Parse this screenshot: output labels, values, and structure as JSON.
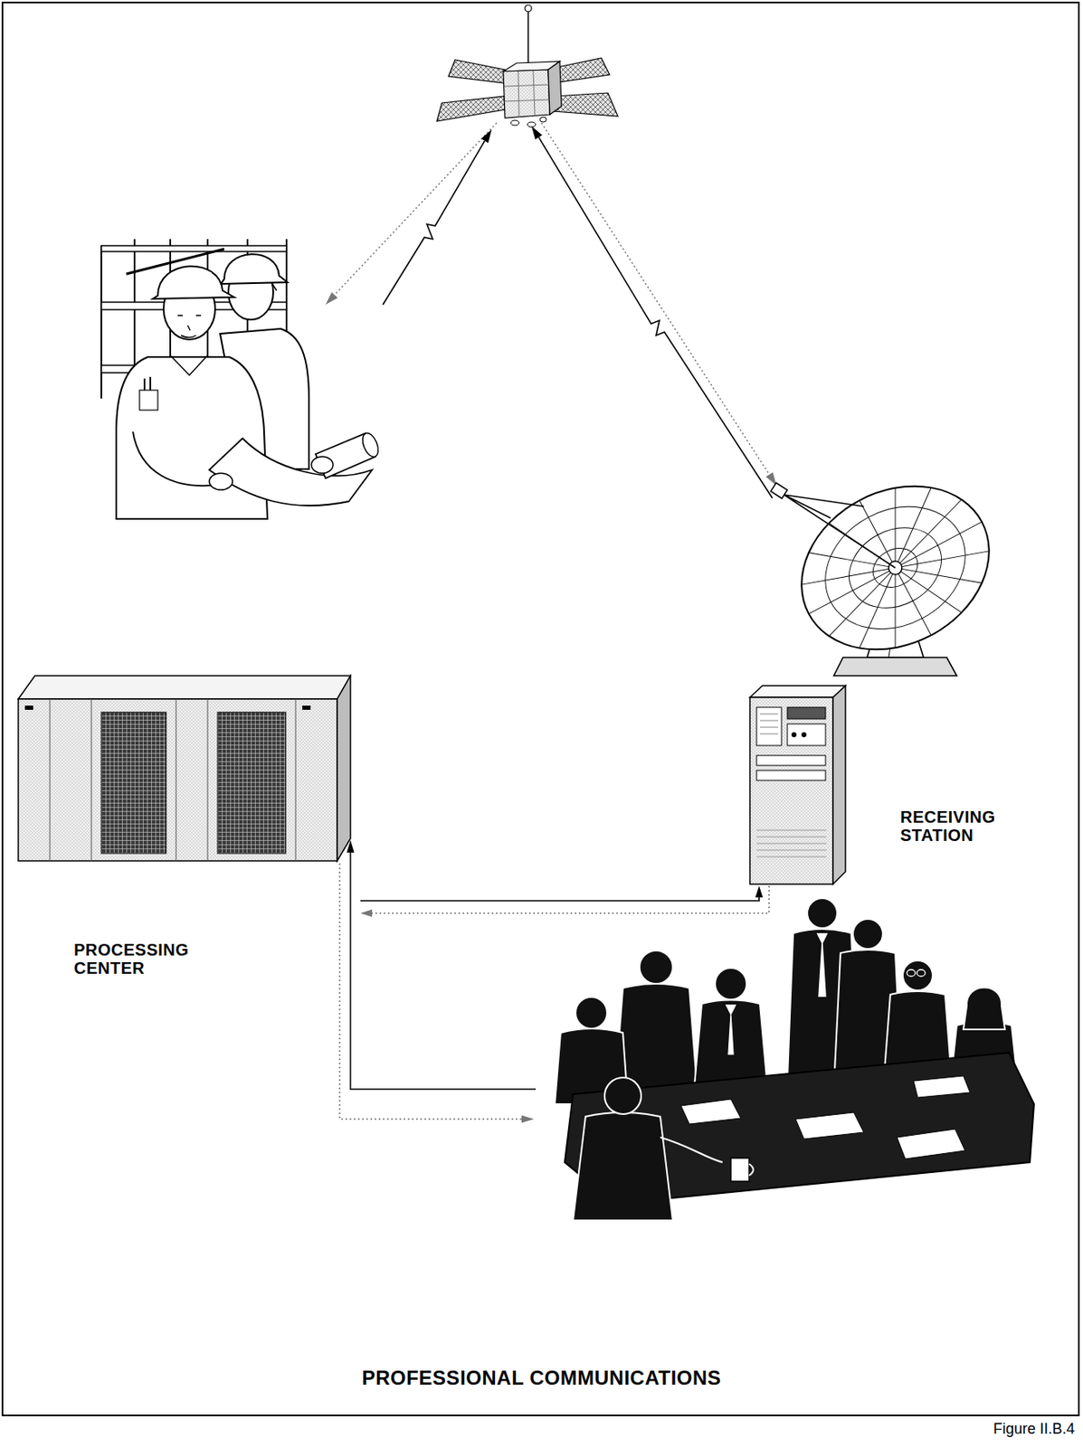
{
  "diagram": {
    "title": "PROFESSIONAL COMMUNICATIONS",
    "caption": "Figure II.B.4",
    "nodes": [
      {
        "text": [
          "RECEIVING STATION"
        ]
      },
      {
        "text": [
          "PROCESSING CENTER"
        ]
      }
    ],
    "edges": [
      {
        "from": 1,
        "to": 0,
        "arrow": "to"
      },
      {
        "from": 0,
        "to": 1,
        "arrow": "to"
      }
    ]
  }
}
